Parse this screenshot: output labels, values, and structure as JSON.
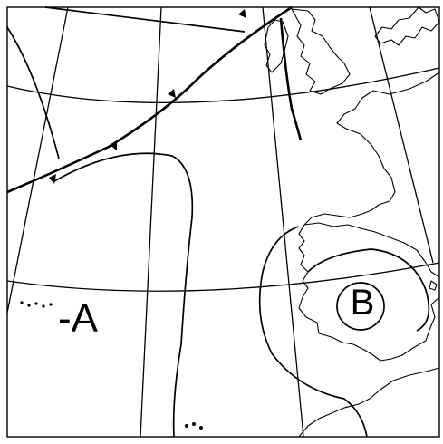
{
  "map": {
    "line_color": "#000000",
    "background": "#ffffff",
    "pressure_centers": [
      {
        "label": "-A",
        "meaning": "anticyclone"
      },
      {
        "label": "B",
        "meaning": "low pressure"
      }
    ]
  }
}
